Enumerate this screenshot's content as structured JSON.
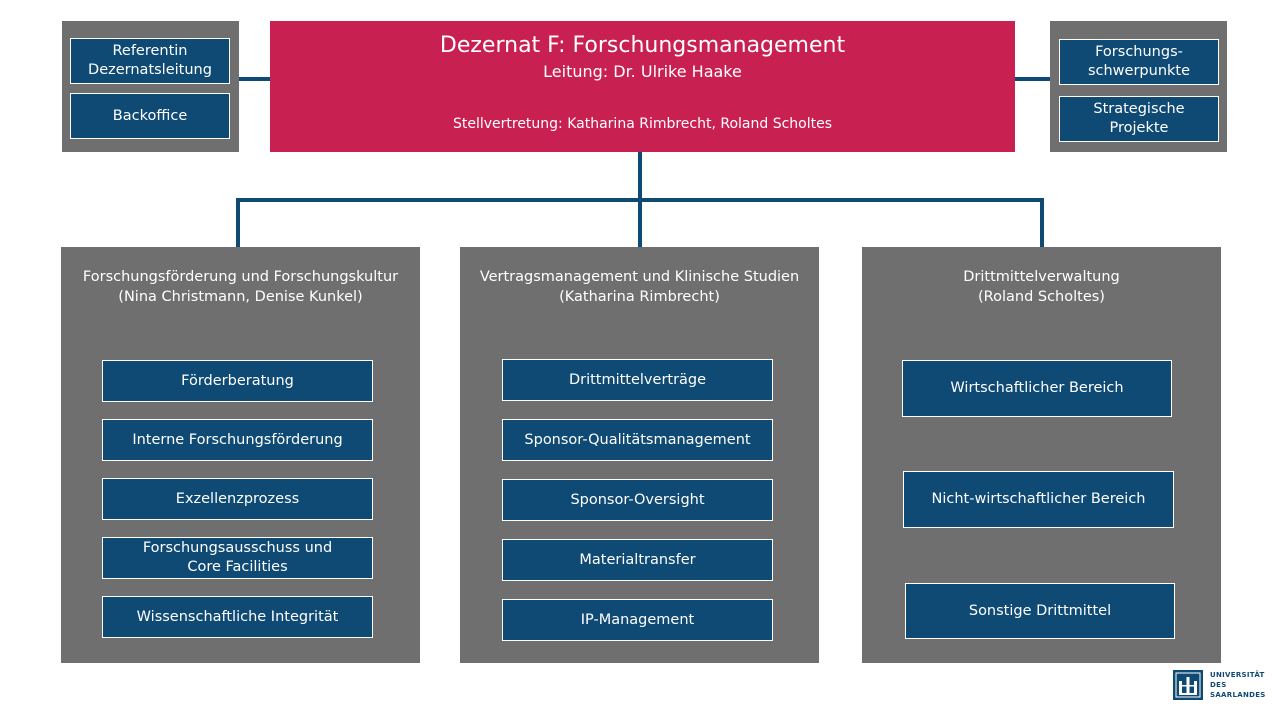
{
  "header": {
    "title": "Dezernat F: Forschungsmanagement",
    "lead": "Leitung: Dr. Ulrike Haake",
    "deputy": "Stellvertretung: Katharina Rimbrecht, Roland Scholtes"
  },
  "left_staff": {
    "items": [
      {
        "line1": "Referentin",
        "line2": "Dezernatsleitung"
      },
      {
        "line1": "Backoffice",
        "line2": ""
      }
    ]
  },
  "right_staff": {
    "items": [
      {
        "line1": "Forschungs-",
        "line2": "schwerpunkte"
      },
      {
        "line1": "Strategische",
        "line2": "Projekte"
      }
    ]
  },
  "columns": [
    {
      "title": "Forschungsförderung und Forschungskultur",
      "subtitle": "(Nina Christmann, Denise Kunkel)",
      "units": [
        {
          "line1": "Förderberatung",
          "line2": ""
        },
        {
          "line1": "Interne Forschungsförderung",
          "line2": ""
        },
        {
          "line1": "Exzellenzprozess",
          "line2": ""
        },
        {
          "line1": "Forschungsausschuss und",
          "line2": "Core Facilities"
        },
        {
          "line1": "Wissenschaftliche Integrität",
          "line2": ""
        }
      ]
    },
    {
      "title": "Vertragsmanagement und Klinische Studien",
      "subtitle": "(Katharina Rimbrecht)",
      "units": [
        {
          "line1": "Drittmittelverträge",
          "line2": ""
        },
        {
          "line1": "Sponsor-Qualitätsmanagement",
          "line2": ""
        },
        {
          "line1": "Sponsor-Oversight",
          "line2": ""
        },
        {
          "line1": "Materialtransfer",
          "line2": ""
        },
        {
          "line1": "IP-Management",
          "line2": ""
        }
      ]
    },
    {
      "title": "Drittmittelverwaltung",
      "subtitle": "(Roland Scholtes)",
      "units": [
        {
          "line1": "Wirtschaftlicher Bereich",
          "line2": ""
        },
        {
          "line1": "Nicht-wirtschaftlicher Bereich",
          "line2": ""
        },
        {
          "line1": "Sonstige Drittmittel",
          "line2": ""
        }
      ]
    }
  ],
  "logo": {
    "line1": "UNIVERSITÄT",
    "line2": "DES",
    "line3": "SAARLANDES",
    "icon": "university-seal-icon"
  },
  "colors": {
    "accent_red": "#c92052",
    "unit_blue": "#0f4a75",
    "panel_gray": "#6f6f6f"
  }
}
